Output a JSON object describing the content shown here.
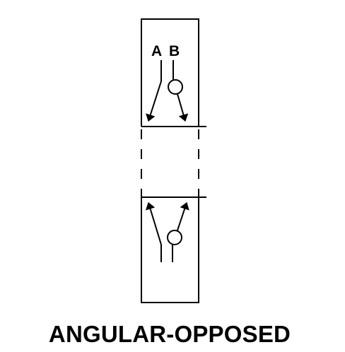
{
  "diagram": {
    "title": "ANGULAR-OPPOSED",
    "labels": {
      "a": "A",
      "b": "B"
    },
    "colors": {
      "line": "#000000",
      "background": "#ffffff"
    }
  }
}
